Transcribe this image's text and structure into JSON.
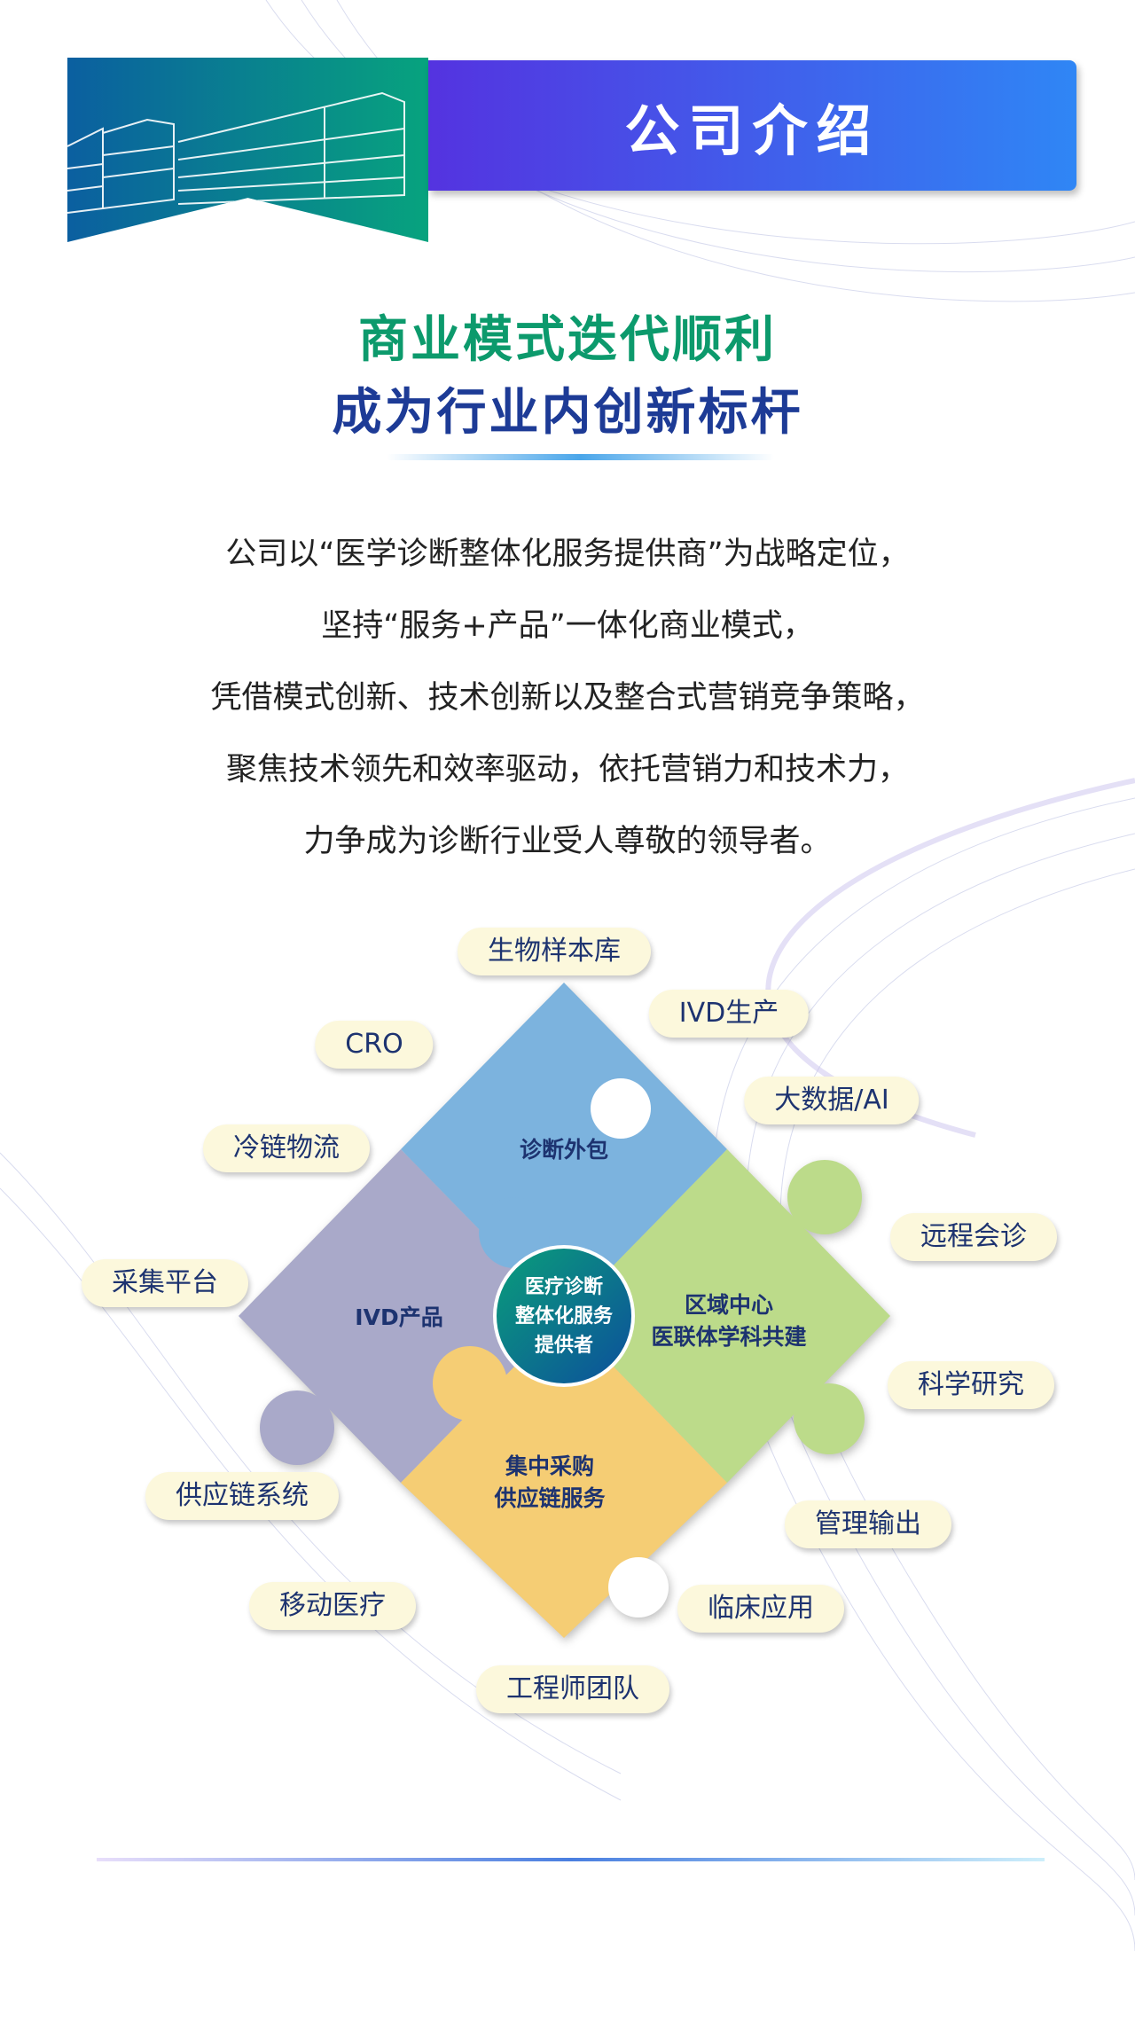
{
  "header": {
    "title": "公司介绍"
  },
  "headline": {
    "line1": "商业模式迭代顺利",
    "line2": "成为行业内创新标杆"
  },
  "intro": [
    "公司以“医学诊断整体化服务提供商”为战略定位，",
    "坚持“服务+产品”一体化商业模式，",
    "凭借模式创新、技术创新以及整合式营销竞争策略，",
    "聚焦技术领先和效率驱动，依托营销力和技术力，",
    "力争成为诊断行业受人尊敬的领导者。"
  ],
  "puzzle": {
    "center": [
      "医疗诊断",
      "整体化服务",
      "提供者"
    ],
    "pieces": {
      "top": "诊断外包",
      "left": "IVD产品",
      "right": [
        "区域中心",
        "医联体学科共建"
      ],
      "bottom": [
        "集中采购",
        "供应链服务"
      ]
    },
    "colors": {
      "top": "#7cb3de",
      "left": "#a9a9c9",
      "right": "#bcdb8a",
      "bottom": "#f5cd74"
    }
  },
  "tags": [
    "生物样本库",
    "IVD生产",
    "CRO",
    "大数据/AI",
    "冷链物流",
    "远程会诊",
    "采集平台",
    "科学研究",
    "供应链系统",
    "管理输出",
    "移动医疗",
    "临床应用",
    "工程师团队"
  ]
}
